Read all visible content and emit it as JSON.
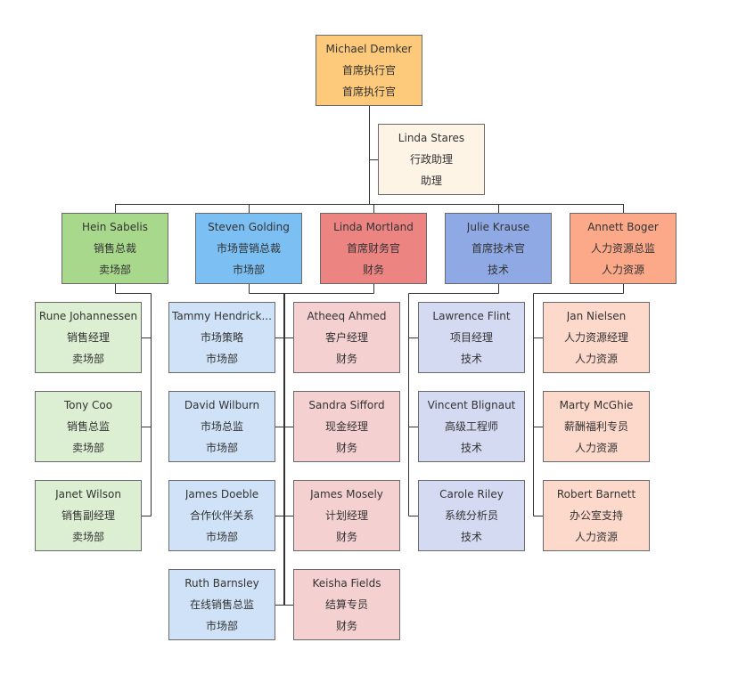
{
  "colors": {
    "ceo": "#fdc97a",
    "assistant": "#fef4e6",
    "sales_head": "#a8d88c",
    "sales_staff": "#dcefd2",
    "marketing_head": "#7cbff2",
    "marketing_staff": "#cfe2f7",
    "finance_head": "#ec8482",
    "finance_staff": "#f5d0d0",
    "tech_head": "#8ea9e3",
    "tech_staff": "#d3daf2",
    "hr_head": "#fca98a",
    "hr_staff": "#fdd9cc",
    "line": "#333333"
  },
  "ceo": {
    "name": "Michael Demker",
    "title": "首席执行官",
    "dept": "首席执行官"
  },
  "assistant": {
    "name": "Linda Stares",
    "title": "行政助理",
    "dept": "助理"
  },
  "departments": [
    {
      "head": {
        "name": "Hein Sabelis",
        "title": "销售总裁",
        "dept": "卖场部"
      },
      "staff": [
        {
          "name": "Rune Johannessen",
          "title": "销售经理",
          "dept": "卖场部"
        },
        {
          "name": "Tony Coo",
          "title": "销售总监",
          "dept": "卖场部"
        },
        {
          "name": "Janet Wilson",
          "title": "销售副经理",
          "dept": "卖场部"
        }
      ]
    },
    {
      "head": {
        "name": "Steven Golding",
        "title": "市场营销总裁",
        "dept": "市场部"
      },
      "staff": [
        {
          "name": "Tammy Hendrick...",
          "title": "市场策略",
          "dept": "市场部"
        },
        {
          "name": "David Wilburn",
          "title": "市场总监",
          "dept": "市场部"
        },
        {
          "name": "James Doeble",
          "title": "合作伙伴关系",
          "dept": "市场部"
        },
        {
          "name": "Ruth Barnsley",
          "title": "在线销售总监",
          "dept": "市场部"
        }
      ]
    },
    {
      "head": {
        "name": "Linda Mortland",
        "title": "首席财务官",
        "dept": "财务"
      },
      "staff": [
        {
          "name": "Atheeq Ahmed",
          "title": "客户经理",
          "dept": "财务"
        },
        {
          "name": "Sandra Sifford",
          "title": "现金经理",
          "dept": "财务"
        },
        {
          "name": "James Mosely",
          "title": "计划经理",
          "dept": "财务"
        },
        {
          "name": "Keisha Fields",
          "title": "结算专员",
          "dept": "财务"
        }
      ]
    },
    {
      "head": {
        "name": "Julie Krause",
        "title": "首席技术官",
        "dept": "技术"
      },
      "staff": [
        {
          "name": "Lawrence Flint",
          "title": "项目经理",
          "dept": "技术"
        },
        {
          "name": "Vincent Blignaut",
          "title": "高级工程师",
          "dept": "技术"
        },
        {
          "name": "Carole Riley",
          "title": "系统分析员",
          "dept": "技术"
        }
      ]
    },
    {
      "head": {
        "name": "Annett Boger",
        "title": "人力资源总监",
        "dept": "人力资源"
      },
      "staff": [
        {
          "name": "Jan Nielsen",
          "title": "人力资源经理",
          "dept": "人力资源"
        },
        {
          "name": "Marty McGhie",
          "title": "薪酬福利专员",
          "dept": "人力资源"
        },
        {
          "name": "Robert Barnett",
          "title": "办公室支持",
          "dept": "人力资源"
        }
      ]
    }
  ]
}
